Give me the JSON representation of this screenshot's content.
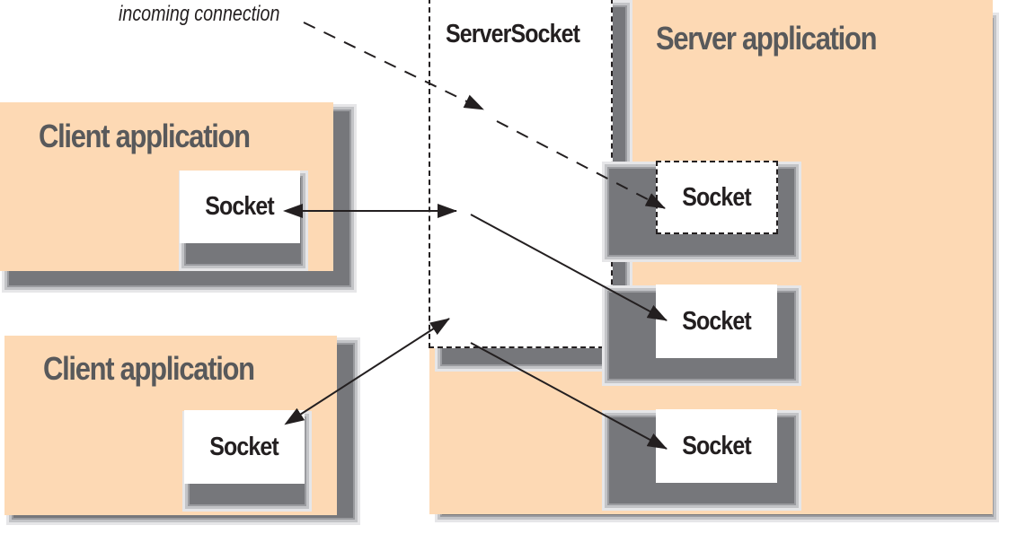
{
  "diagram": {
    "annotation": "incoming connection",
    "server_socket": {
      "label": "ServerSocket"
    },
    "server_app": {
      "title": "Server application",
      "sockets": [
        {
          "label": "Socket",
          "state": "pending"
        },
        {
          "label": "Socket",
          "state": "connected"
        },
        {
          "label": "Socket",
          "state": "connected"
        }
      ]
    },
    "clients": [
      {
        "title": "Client application",
        "socket": {
          "label": "Socket"
        }
      },
      {
        "title": "Client application",
        "socket": {
          "label": "Socket"
        }
      }
    ],
    "connections": [
      {
        "from": "incoming connection",
        "to": "server_app.sockets.0",
        "style": "dashed"
      },
      {
        "from": "clients.0.socket",
        "to": "server_socket",
        "style": "bidirectional"
      },
      {
        "from": "clients.1.socket",
        "to": "server_socket",
        "style": "bidirectional"
      },
      {
        "from": "server_socket",
        "to": "server_app.sockets.1",
        "style": "solid"
      },
      {
        "from": "server_socket",
        "to": "server_app.sockets.2",
        "style": "solid"
      }
    ],
    "colors": {
      "app_fill": "#fdd9b4",
      "app_title": "#58595b",
      "shadow": "#76777b",
      "ink": "#231f20",
      "socket_fill": "#ffffff"
    }
  }
}
